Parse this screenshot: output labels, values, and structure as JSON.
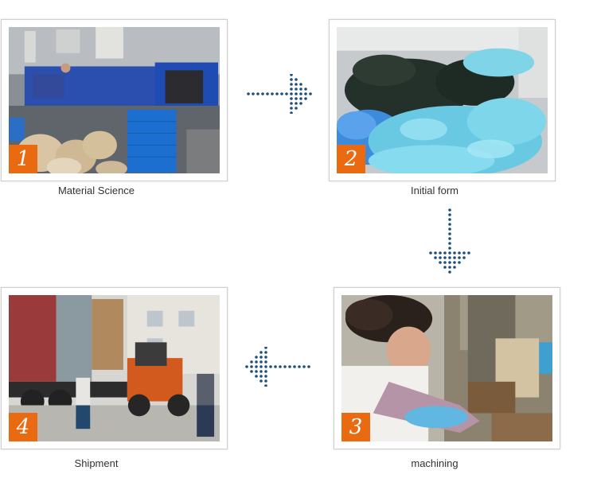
{
  "colors": {
    "badge": "#ea6a12",
    "arrow_dot": "#1d4f7e"
  },
  "steps": [
    {
      "number": "1",
      "caption": "Material Science",
      "photo_icon": "injection-molding-machine-photo"
    },
    {
      "number": "2",
      "caption": "Initial form",
      "photo_icon": "molded-parts-pile-photo"
    },
    {
      "number": "3",
      "caption": "machining",
      "photo_icon": "worker-at-press-photo"
    },
    {
      "number": "4",
      "caption": "Shipment",
      "photo_icon": "container-truck-loading-photo"
    }
  ]
}
